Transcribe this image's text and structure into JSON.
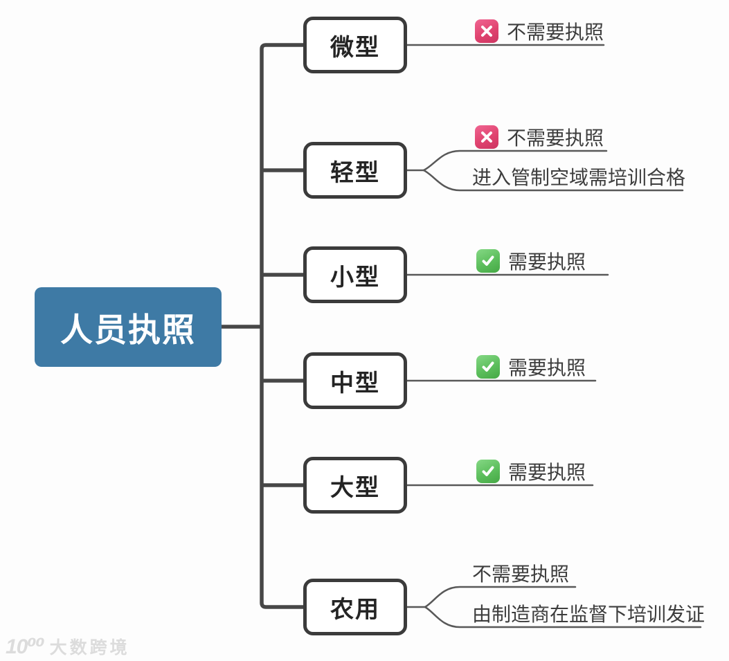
{
  "diagram": {
    "type": "mindmap",
    "title": "人员执照"
  },
  "root": {
    "label": "人员执照",
    "fill_color": "#3e7aa5",
    "text_color": "#ffffff"
  },
  "branches": [
    {
      "label": "微型",
      "leaves": [
        {
          "icon": "cross-badge",
          "text": "不需要执照"
        }
      ]
    },
    {
      "label": "轻型",
      "leaves": [
        {
          "icon": "cross-badge",
          "text": "不需要执照"
        },
        {
          "icon": null,
          "text": "进入管制空域需培训合格"
        }
      ]
    },
    {
      "label": "小型",
      "leaves": [
        {
          "icon": "check-badge",
          "text": "需要执照"
        }
      ]
    },
    {
      "label": "中型",
      "leaves": [
        {
          "icon": "check-badge",
          "text": "需要执照"
        }
      ]
    },
    {
      "label": "大型",
      "leaves": [
        {
          "icon": "check-badge",
          "text": "需要执照"
        }
      ]
    },
    {
      "label": "农用",
      "leaves": [
        {
          "icon": null,
          "text": "不需要执照"
        },
        {
          "icon": null,
          "text": "由制造商在监督下培训发证"
        }
      ]
    }
  ],
  "icons": {
    "cross_color": "#e0436f",
    "check_color": "#5cbe5c"
  },
  "connectors": {
    "thick_color": "#474747",
    "thin_color": "#585858"
  },
  "watermark": {
    "logo": "10⁰⁰",
    "name": "大数跨境"
  }
}
